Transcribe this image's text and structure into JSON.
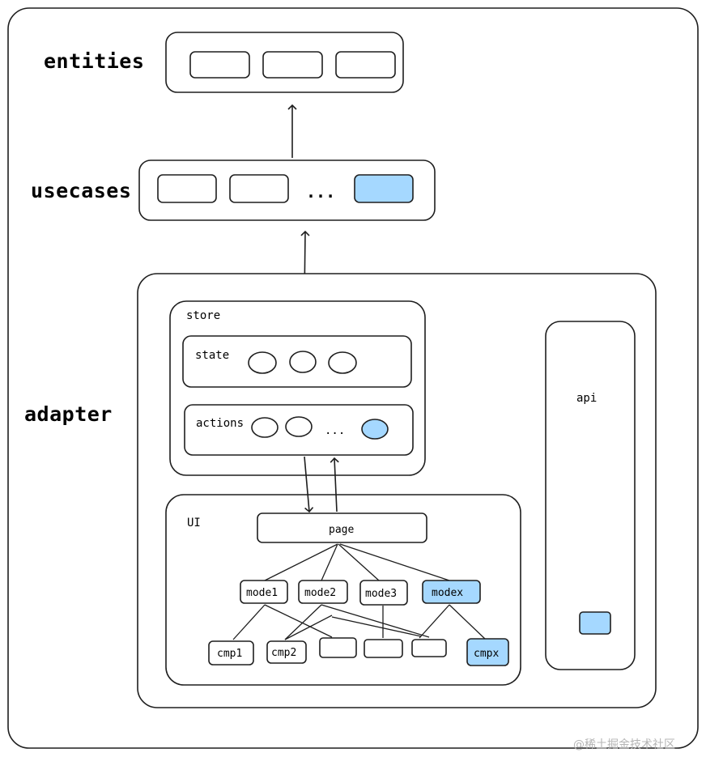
{
  "layers": {
    "entities": "entities",
    "usecases": "usecases",
    "adapter": "adapter"
  },
  "usecases": {
    "ellipsis": "..."
  },
  "store": {
    "title": "store",
    "state_label": "state",
    "actions_label": "actions",
    "actions_ellipsis": "..."
  },
  "api": {
    "label": "api"
  },
  "ui": {
    "title": "UI",
    "page": "page",
    "modes": [
      "mode1",
      "mode2",
      "mode3",
      "modex"
    ],
    "cmps": [
      "cmp1",
      "cmp2",
      "",
      "",
      "",
      "cmpx"
    ]
  },
  "watermark": "@稀土掘金技术社区",
  "colors": {
    "highlight": "#a5d8ff",
    "stroke": "#1e1e1e"
  }
}
